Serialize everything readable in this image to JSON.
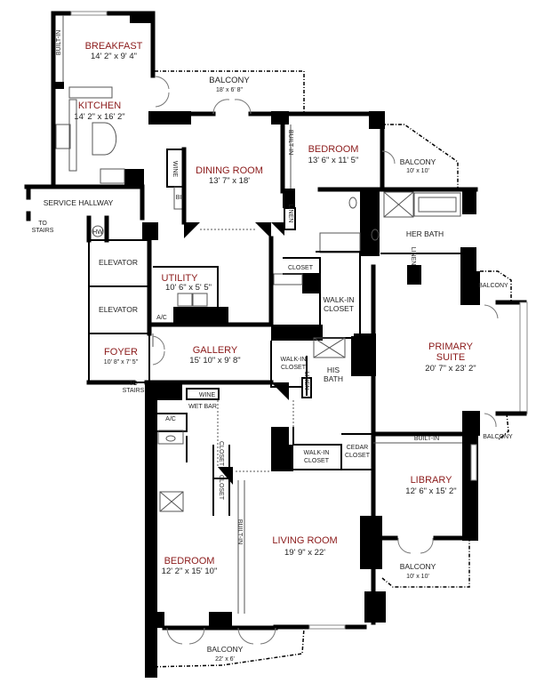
{
  "rooms": {
    "breakfast": {
      "name": "BREAKFAST",
      "dims": "14' 2\" x 9' 4\""
    },
    "kitchen": {
      "name": "KITCHEN",
      "dims": "14' 2\" x 16' 2\""
    },
    "dining_room": {
      "name": "DINING ROOM",
      "dims": "13' 7\" x 18'"
    },
    "bedroom_north": {
      "name": "BEDROOM",
      "dims": "13' 6\" x 11' 5\""
    },
    "utility": {
      "name": "UTILITY",
      "dims": "10' 6\" x 5' 5\""
    },
    "foyer": {
      "name": "FOYER",
      "dims": "10' 8\" x 7' 5\""
    },
    "gallery": {
      "name": "GALLERY",
      "dims": "15' 10\" x 9' 8\""
    },
    "primary_suite": {
      "name1": "PRIMARY",
      "name2": "SUITE",
      "dims": "20' 7\" x 23' 2\""
    },
    "library": {
      "name": "LIBRARY",
      "dims": "12' 6\" x 15' 2\""
    },
    "living_room": {
      "name": "LIVING ROOM",
      "dims": "19' 9\" x 22'"
    },
    "bedroom_south": {
      "name": "BEDROOM",
      "dims": "12' 2\" x 15' 10\""
    }
  },
  "balconies": {
    "north": {
      "name": "BALCONY",
      "dims": "18' x 6' 8\""
    },
    "bedroom": {
      "name": "BALCONY",
      "dims": "10' x 10'"
    },
    "primary_top": {
      "name": "BALCONY"
    },
    "primary_bottom": {
      "name": "BALCONY"
    },
    "living": {
      "name": "BALCONY",
      "dims": "10' x 10'"
    },
    "south": {
      "name": "BALCONY",
      "dims": "22' x 6'"
    }
  },
  "labels": {
    "built_in": "BUILT-IN",
    "wine": "WINE",
    "bi": "BI",
    "linen": "LINEN",
    "service_hallway": "SERVICE HALLWAY",
    "to": "TO",
    "stairs": "STAIRS",
    "hw": "HW",
    "her_bath": "HER BATH",
    "elevator": "ELEVATOR",
    "closet": "CLOSET",
    "walk_in": "WALK-IN",
    "ac": "A/C",
    "his": "HIS",
    "bath": "BATH",
    "wet_bar": "WET BAR",
    "cedar": "CEDAR"
  }
}
